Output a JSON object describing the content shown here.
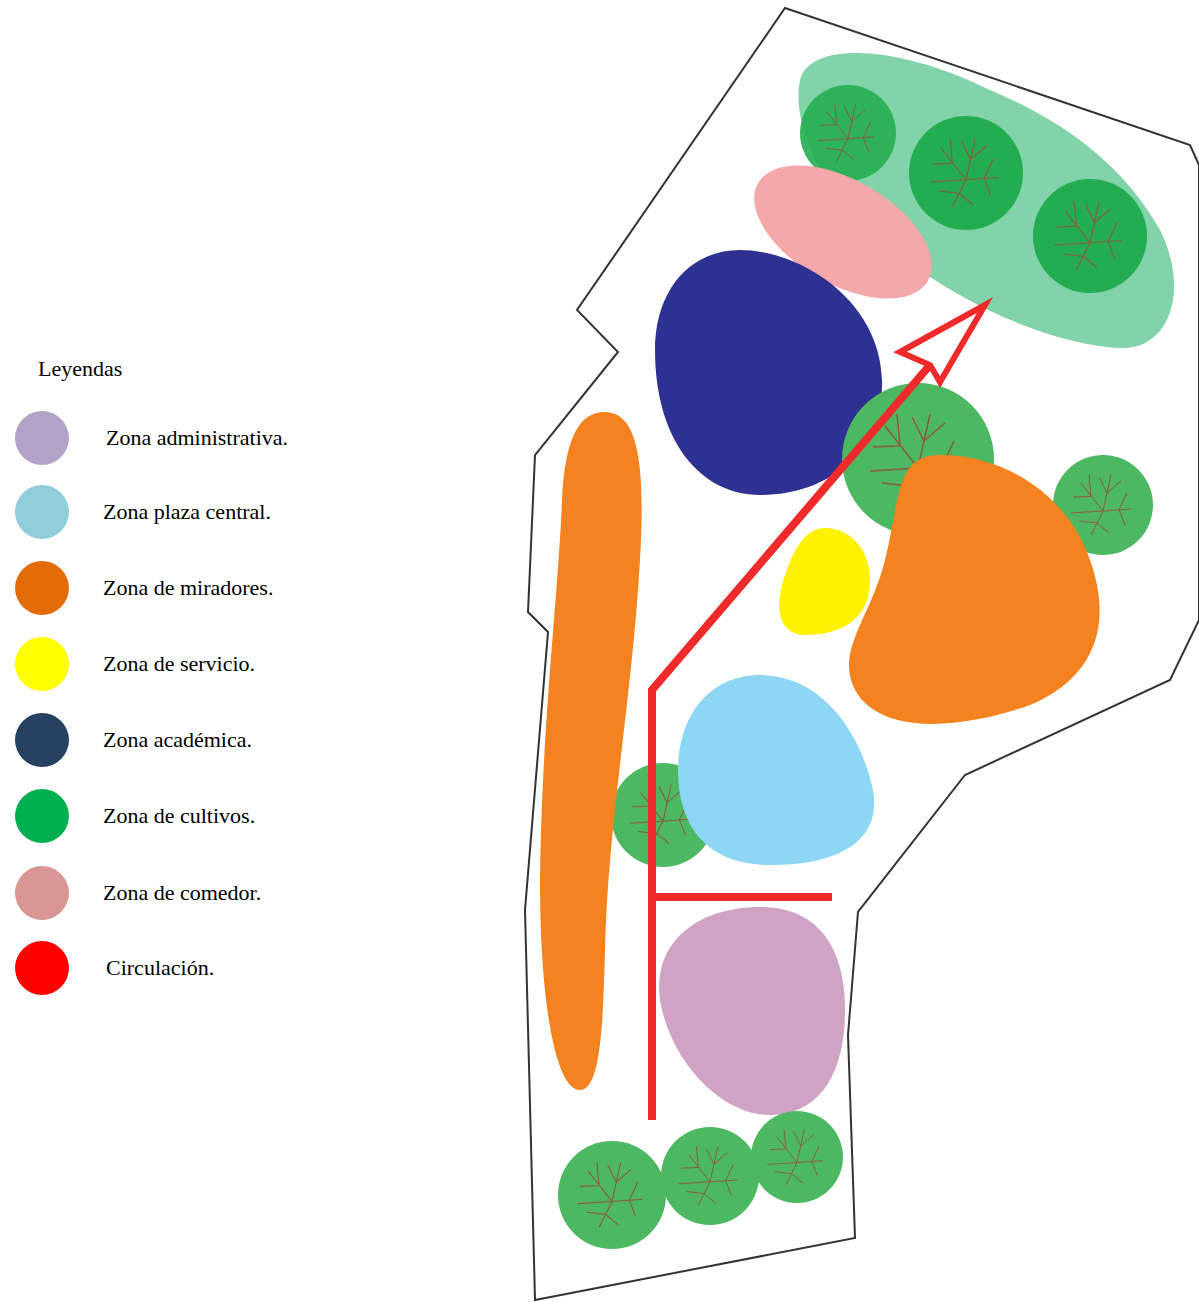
{
  "diagram": {
    "labels": [
      "Leyendas"
    ],
    "legend": [
      {
        "text": "Zona administrativa.",
        "color": "#b3a2c7"
      },
      {
        "text": "Zona plaza central.",
        "color": "#92cddc"
      },
      {
        "text": "Zona de miradores.",
        "color": "#e36c09"
      },
      {
        "text": "Zona de servicio.",
        "color": "#ffff00"
      },
      {
        "text": "Zona académica.",
        "color": "#254061"
      },
      {
        "text": "Zona de cultivos.",
        "color": "#00b050"
      },
      {
        "text": "Zona de comedor.",
        "color": "#d99694"
      },
      {
        "text": "Circulación.",
        "color": "#ff0000"
      }
    ]
  }
}
